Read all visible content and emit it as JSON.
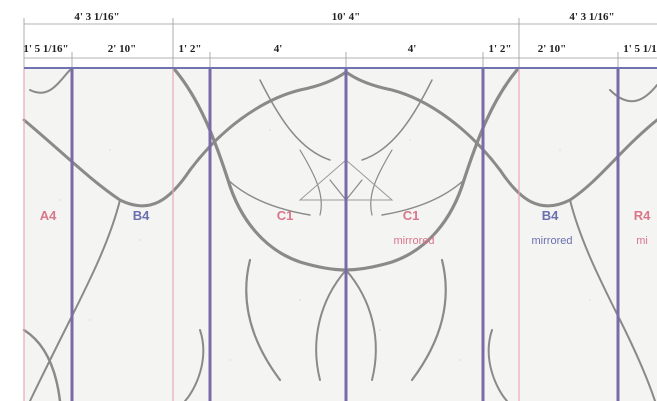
{
  "dimensions": {
    "top_row": [
      "4' 3 1/16\"",
      "10' 4\"",
      "4' 3 1/16\""
    ],
    "second_row": [
      "1' 5 1/16\"",
      "2' 10\"",
      "1' 2\"",
      "4'",
      "4'",
      "1' 2\"",
      "2' 10\"",
      "1' 5 1/1"
    ]
  },
  "panels": [
    {
      "label": "A4",
      "color": "#d9768a"
    },
    {
      "label": "B4",
      "color": "#6b6fb0"
    },
    {
      "label": "C1",
      "color": "#d9768a"
    },
    {
      "label": "C1",
      "sub": "mirrored",
      "color": "#d9768a"
    },
    {
      "label": "B4",
      "sub": "mirrored",
      "color": "#6b6fb0"
    },
    {
      "label": "R4",
      "sub": "mi",
      "color": "#d9768a"
    }
  ],
  "colors": {
    "major_line": "#7b6aa8",
    "minor_line": "#e8a9b5",
    "frame": "#6f74b0",
    "vein": "#7a7a7a"
  }
}
